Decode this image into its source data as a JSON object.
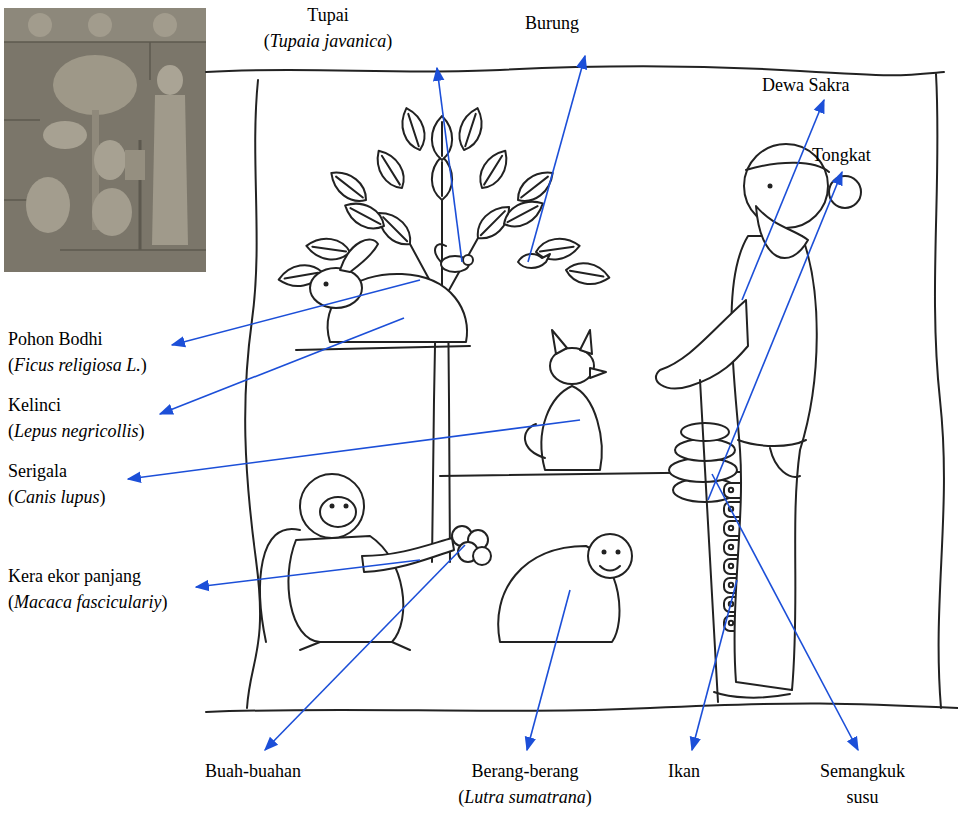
{
  "diagram": {
    "labels": [
      "Tupai (Tupaia javanica)",
      "Burung",
      "Dewa Sakra",
      "Tongkat",
      "Pohon Bodhi (Ficus religiosa L.)",
      "Kelinci (Lepus negricollis)",
      "Serigala (Canis lupus)",
      "Kera ekor panjang (Macaca fasciculariy)",
      "Buah-buahan",
      "Berang-berang (Lutra sumatrana)",
      "Ikan",
      "Semangkuk susu"
    ]
  }
}
